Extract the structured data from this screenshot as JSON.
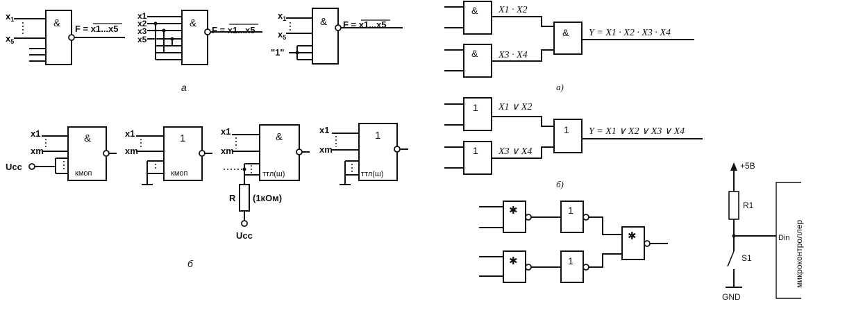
{
  "left": {
    "row_a": {
      "caption": "а",
      "gate1": {
        "symbol": "&",
        "in_top": "x",
        "in_top_sub": "1",
        "in_bot": "x",
        "in_bot_sub": "5",
        "output": "F = x1...x5"
      },
      "gate2": {
        "symbol": "&",
        "inputs": [
          "x1",
          "x2",
          "x3",
          "x5"
        ],
        "output": "F = x1...x5"
      },
      "gate3": {
        "symbol": "&",
        "in_top": "x",
        "in_top_sub": "1",
        "in_bot": "x",
        "in_bot_sub": "5",
        "const_input": "\"1\"",
        "output": "F = x1...x5"
      }
    },
    "row_b": {
      "caption": "б",
      "gate1": {
        "symbol": "&",
        "tech": "кмоп",
        "in_top": "x1",
        "in_bot": "xm",
        "supply": "Ucc"
      },
      "gate2": {
        "symbol": "1",
        "tech": "кмоп",
        "in_top": "x1",
        "in_bot": "xm"
      },
      "gate3": {
        "symbol": "&",
        "tech": "ттл(ш)",
        "in_top": "x1",
        "in_bot": "xm",
        "resistor": "R",
        "resistor_value": "(1кОм)",
        "supply": "Ucc"
      },
      "gate4": {
        "symbol": "1",
        "tech": "ттл(ш)",
        "in_top": "x1",
        "in_bot": "xm"
      }
    }
  },
  "right": {
    "and_tree": {
      "caption": "а)",
      "gate_symbol": "&",
      "label_top": "X1 · X2",
      "label_bot": "X3 · X4",
      "output": "Y = X1 · X2 · X3 · X4"
    },
    "or_tree": {
      "caption": "б)",
      "gate_symbol": "1",
      "label_top": "X1 ∨ X2",
      "label_bot": "X3 ∨ X4",
      "output": "Y = X1 ∨ X2 ∨ X3 ∨ X4"
    },
    "nand_tree": {
      "nand_symbol": "✱",
      "inv_symbol": "1"
    }
  },
  "switch_circuit": {
    "supply": "+5В",
    "resistor": "R1",
    "switch": "S1",
    "ground": "GND",
    "pin": "Din",
    "device": "микроконтроллер"
  }
}
